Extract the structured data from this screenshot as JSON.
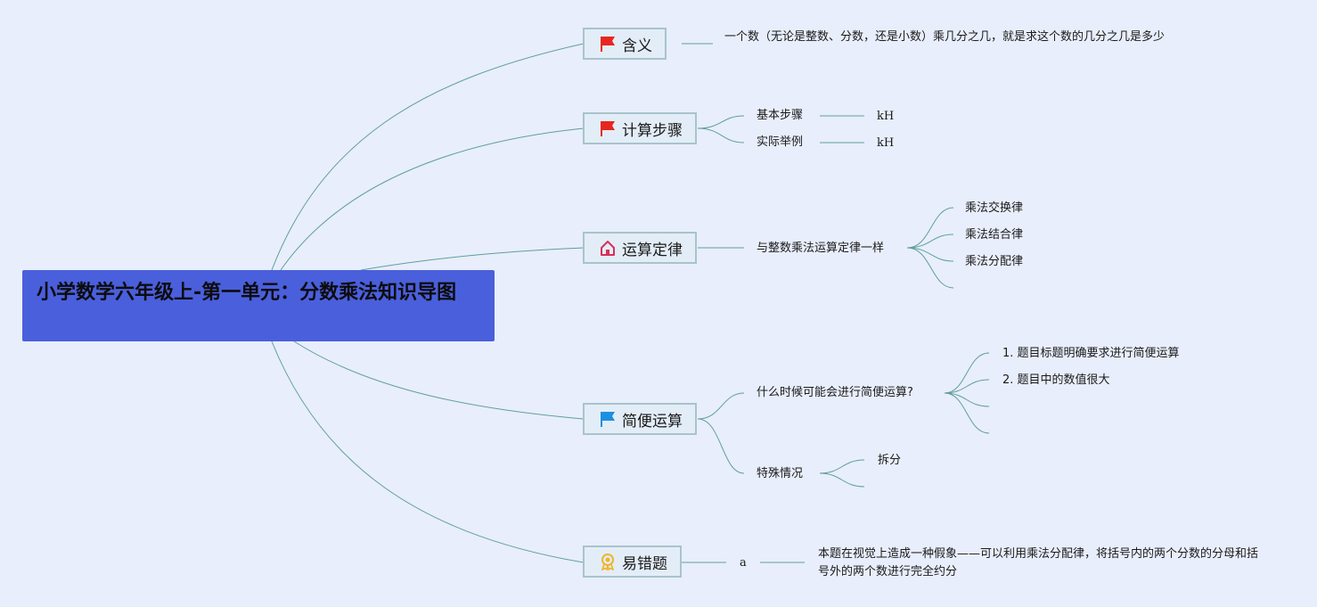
{
  "root": {
    "title": "小学数学六年级上-第一单元：分数乘法知识导图"
  },
  "branches": [
    {
      "label": "含义",
      "icon": "red-flag-icon",
      "color": "#e8261f",
      "children": [
        {
          "text": "一个数（无论是整数、分数，还是小数）乘几分之几，就是求这个数的几分之几是多少"
        }
      ]
    },
    {
      "label": "计算步骤",
      "icon": "red-flag-icon",
      "color": "#e8261f",
      "children": [
        {
          "text": "基本步骤",
          "children": [
            "kH"
          ]
        },
        {
          "text": "实际举例",
          "children": [
            "kH"
          ]
        }
      ]
    },
    {
      "label": "运算定律",
      "icon": "home-icon",
      "color": "#d9305a",
      "children": [
        {
          "text": "与整数乘法运算定律一样",
          "children": [
            "乘法交换律",
            "乘法结合律",
            "乘法分配律",
            ""
          ]
        }
      ]
    },
    {
      "label": "简便运算",
      "icon": "blue-flag-icon",
      "color": "#1d8fe0",
      "children": [
        {
          "text": "什么时候可能会进行简便运算?",
          "children": [
            "1. 题目标题明确要求进行简便运算",
            "2. 题目中的数值很大",
            "",
            ""
          ]
        },
        {
          "text": "特殊情况",
          "children": [
            "拆分",
            ""
          ]
        }
      ]
    },
    {
      "label": "易错题",
      "icon": "award-ribbon-icon",
      "color": "#f0b429",
      "children": [
        {
          "text": "a",
          "children": [
            "本题在视觉上造成一种假象——可以利用乘法分配律，将括号内的两个分数的分母和括号外的两个数进行完全约分"
          ]
        }
      ]
    }
  ]
}
